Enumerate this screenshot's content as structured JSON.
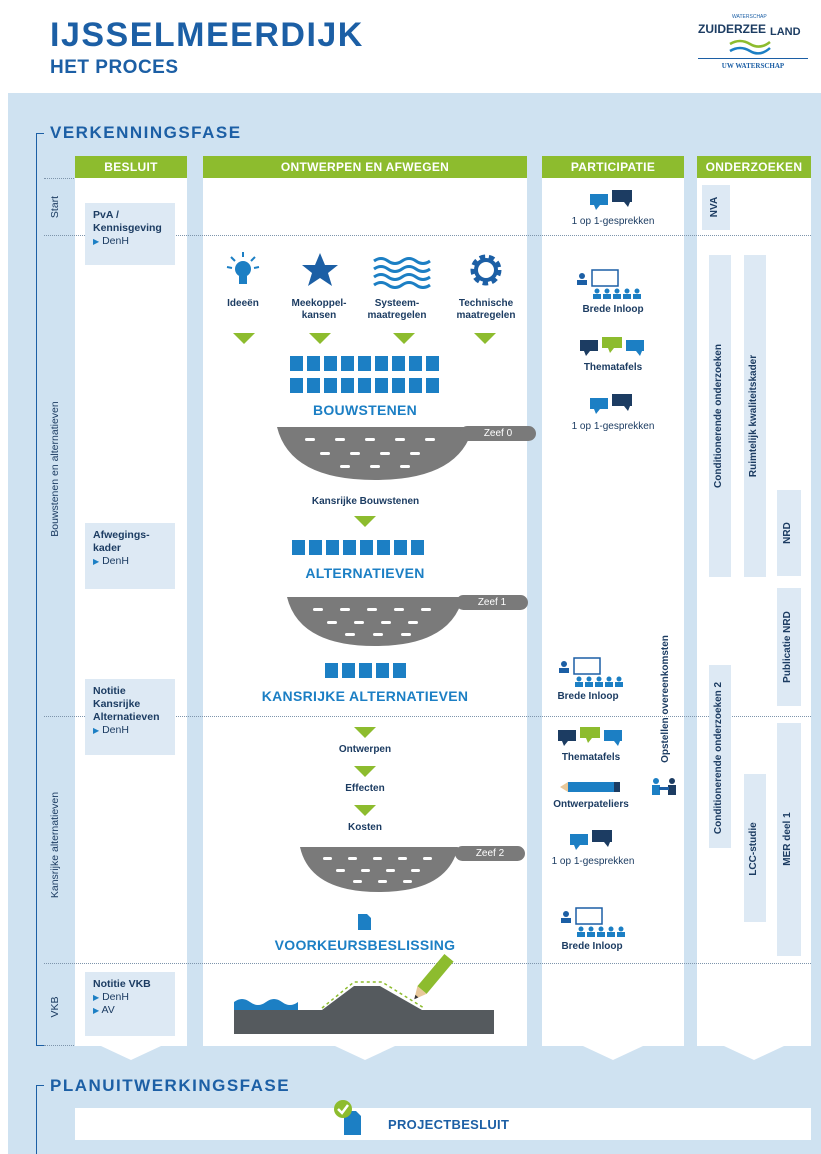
{
  "header": {
    "title": "IJSSELMEERDIJK",
    "subtitle": "HET PROCES"
  },
  "logo": {
    "small": "WATERSCHAP",
    "name_left": "ZUIDERZEE",
    "name_right": "LAND",
    "tagline": "UW WATERSCHAP"
  },
  "phases": {
    "verkenning": "VERKENNINGSFASE",
    "planuitwerking": "PLANUITWERKINGSFASE"
  },
  "columns": {
    "besluit": "BESLUIT",
    "ontwerpen": "ONTWERPEN EN AFWEGEN",
    "participatie": "PARTICIPATIE",
    "onderzoeken": "ONDERZOEKEN"
  },
  "rows": {
    "start": "Start",
    "bouwstenen": "Bouwstenen en alternatieven",
    "kansrijk": "Kansrijke alternatieven",
    "vkb": "VKB"
  },
  "besluit_cards": [
    {
      "title": "PvA / Kennisgeving",
      "refs": [
        "DenH"
      ]
    },
    {
      "title": "Afwegings-kader",
      "refs": [
        "DenH"
      ]
    },
    {
      "title": "Notitie Kansrijke Alternatieven",
      "refs": [
        "DenH"
      ]
    },
    {
      "title": "Notitie VKB",
      "refs": [
        "DenH",
        "AV"
      ]
    }
  ],
  "ontwerpen": {
    "inputs": [
      {
        "label": "Ideeën",
        "icon": "lightbulb-icon"
      },
      {
        "label": "Meekoppel-kansen",
        "icon": "star-icon"
      },
      {
        "label": "Systeem-maatregelen",
        "icon": "waves-icon"
      },
      {
        "label": "Technische maatregelen",
        "icon": "gear-icon"
      }
    ],
    "bouwstenen": "BOUWSTENEN",
    "zeef0": "Zeef 0",
    "kansrijke_bouwstenen": "Kansrijke Bouwstenen",
    "alternatieven": "ALTERNATIEVEN",
    "zeef1": "Zeef 1",
    "kansrijke_alternatieven": "KANSRIJKE ALTERNATIEVEN",
    "steps": [
      "Ontwerpen",
      "Effecten",
      "Kosten"
    ],
    "zeef2": "Zeef 2",
    "voorkeursbeslissing": "VOORKEURSBESLISSING"
  },
  "participatie": {
    "items": [
      {
        "label": "1 op 1-gesprekken",
        "icon": "speech-bubbles-icon"
      },
      {
        "label": "Brede Inloop",
        "icon": "audience-icon"
      },
      {
        "label": "Thematafels",
        "icon": "speech-bubbles-icon"
      },
      {
        "label": "1 op 1-gesprekken",
        "icon": "speech-bubbles-icon"
      },
      {
        "label": "Brede Inloop",
        "icon": "audience-icon"
      },
      {
        "label": "Thematafels",
        "icon": "speech-bubbles-icon"
      },
      {
        "label": "Ontwerpateliers",
        "icon": "pencil-icon"
      },
      {
        "label": "1 op 1-gesprekken",
        "icon": "speech-bubbles-icon"
      },
      {
        "label": "Brede Inloop",
        "icon": "audience-icon"
      }
    ],
    "overeenkomsten": "Opstellen overeenkomsten"
  },
  "onderzoeken": {
    "nva": "NVA",
    "conditionerend": "Conditionerende onderzoeken",
    "ruimtelijk": "Ruimtelijk kwaliteitskader",
    "nrd": "NRD",
    "publicatie_nrd": "Publicatie NRD",
    "conditionerend2": "Conditionerende onderzoeken 2",
    "lcc": "LCC-studie",
    "mer": "MER deel 1"
  },
  "projectbesluit": "PROJECTBESLUIT",
  "colors": {
    "blue": "#1c7fc4",
    "darkblue": "#1c5fa5",
    "green": "#8dbc2e",
    "panel": "#cfe2f1",
    "grey": "#7a7a7a"
  }
}
